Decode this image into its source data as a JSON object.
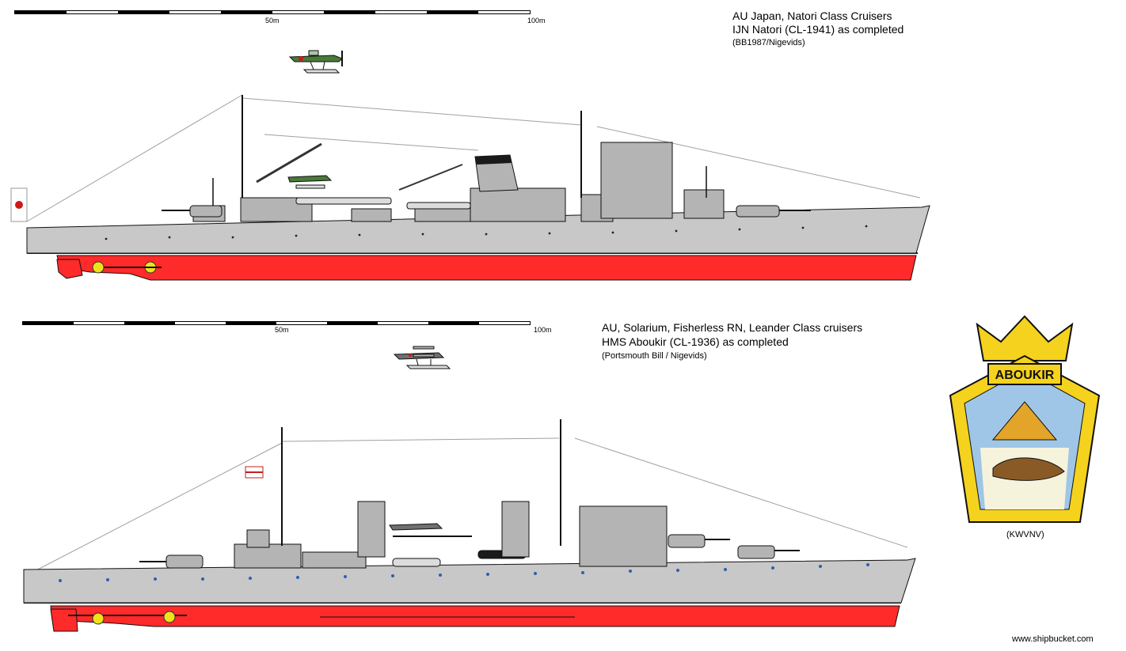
{
  "top_plate": {
    "title_line1": "AU Japan, Natori Class Cruisers",
    "title_line2": "IJN Natori (CL-1941) as completed",
    "credit": "(BB1987/Nigevids)",
    "scale_mid": "50m",
    "scale_end": "100m"
  },
  "bottom_plate": {
    "title_line1": "AU, Solarium, Fisherless RN, Leander Class cruisers",
    "title_line2": "HMS Aboukir (CL-1936) as completed",
    "credit": "(Portsmouth Bill / Nigevids)",
    "scale_mid": "50m",
    "scale_end": "100m"
  },
  "badge": {
    "name": "ABOUKIR",
    "credit": "(KWVNV)"
  },
  "watermark": "www.shipbucket.com",
  "colors": {
    "hull_gray": "#c8c8c8",
    "superstructure_gray": "#b4b4b4",
    "antifouling_red": "#ff2a2a",
    "waterline_black": "#1a1a1a",
    "badge_gold": "#f4d21e",
    "badge_blue": "#9fc6e6"
  }
}
